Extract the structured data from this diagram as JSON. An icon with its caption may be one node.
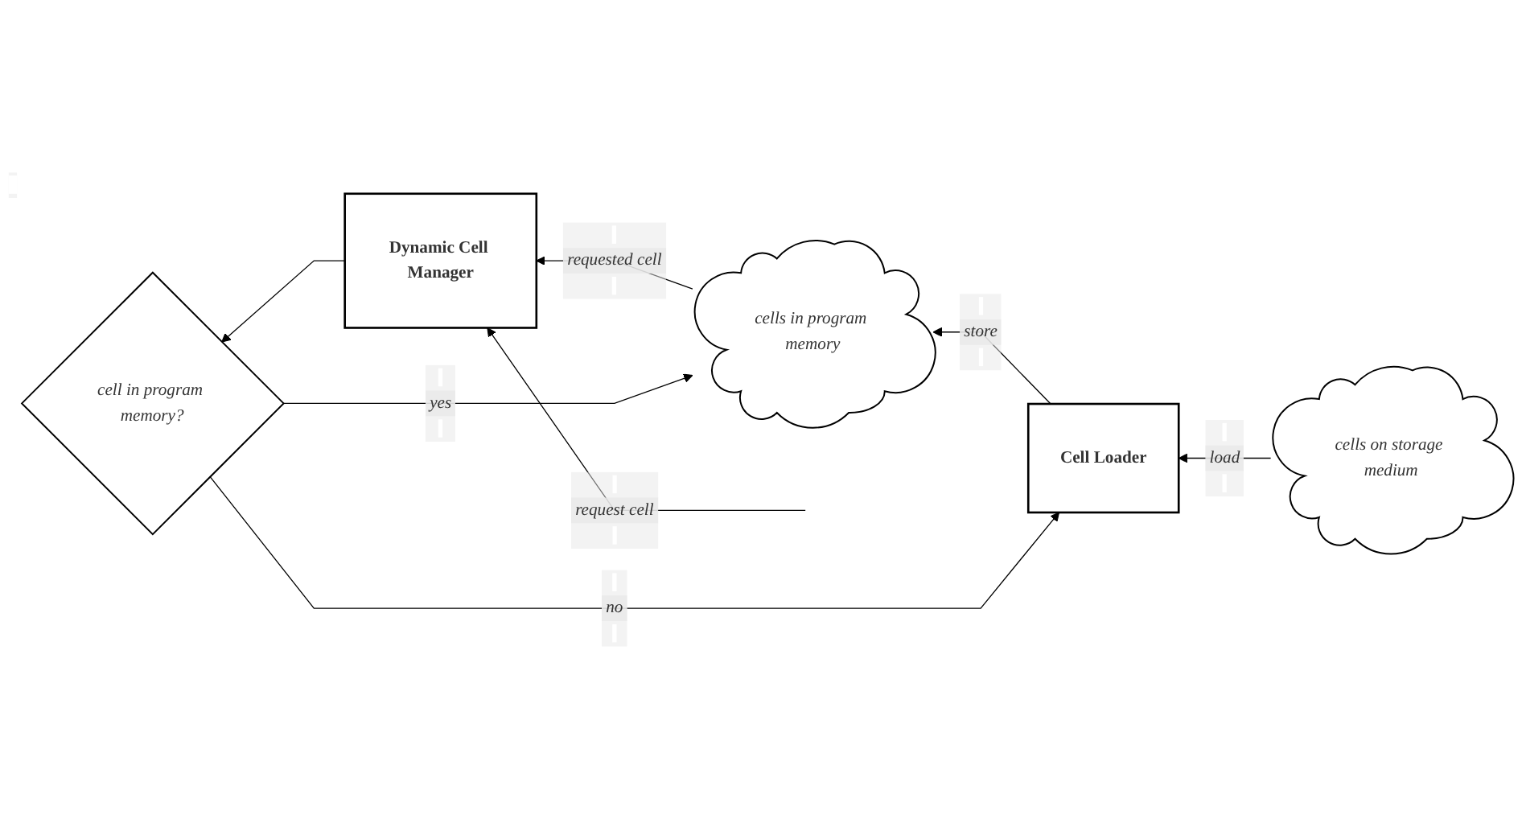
{
  "diagram": {
    "nodes": [
      {
        "text": [
          "cells on storage medium"
        ]
      },
      {
        "text": [
          "Cell Loader"
        ]
      },
      {
        "text": [
          "cell in program memory?"
        ]
      },
      {
        "text": [
          "Dynamic Cell Manager"
        ]
      },
      {
        "text": [
          "cells in program memory"
        ]
      }
    ],
    "edges": [
      {
        "from": 0,
        "to": 1,
        "arrow": "to",
        "label": "load"
      },
      {
        "from": 1,
        "to": 4,
        "arrow": "to",
        "label": "store"
      },
      {
        "from": 3,
        "to": 2,
        "arrow": "to"
      },
      {
        "from": 2,
        "to": 1,
        "arrow": "to",
        "label": "no"
      },
      {
        "from": 2,
        "to": 4,
        "arrow": "to",
        "label": "yes"
      },
      {
        "from": 4,
        "to": 3,
        "arrow": "to",
        "label": "requested cell"
      },
      {
        "from": null,
        "to": 3,
        "arrow": "to",
        "label": "request cell"
      }
    ]
  }
}
